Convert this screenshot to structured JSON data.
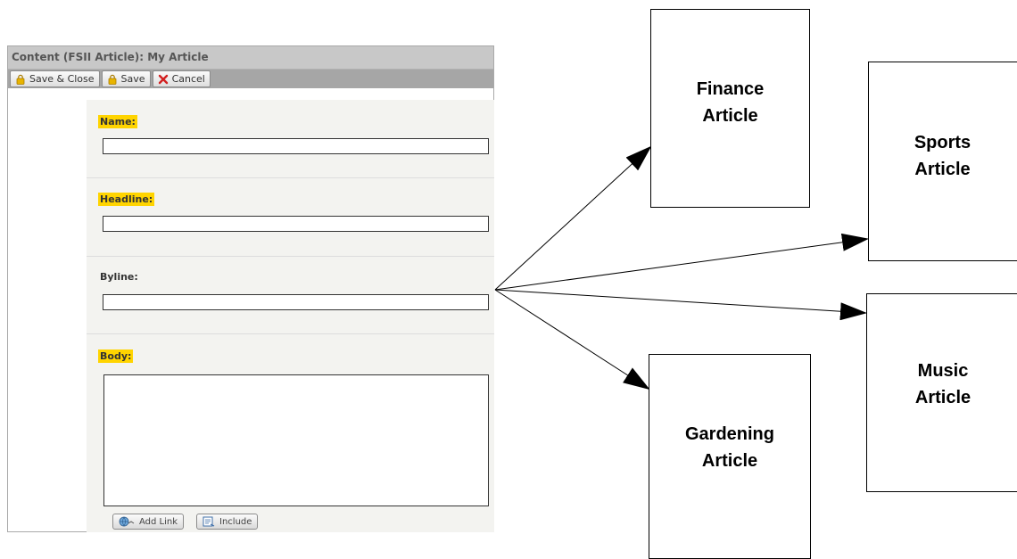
{
  "window": {
    "title": "Content (FSII Article): My Article",
    "toolbar": {
      "save_close_label": "Save & Close",
      "save_label": "Save",
      "cancel_label": "Cancel"
    }
  },
  "form": {
    "fields": [
      {
        "label": "Name:",
        "required": true,
        "value": ""
      },
      {
        "label": "Headline:",
        "required": true,
        "value": ""
      },
      {
        "label": "Byline:",
        "required": false,
        "value": ""
      },
      {
        "label": "Body:",
        "required": true,
        "value": ""
      }
    ],
    "add_link_label": "Add Link",
    "include_label": "Include"
  },
  "diagram": {
    "targets": [
      {
        "line1": "Finance",
        "line2": "Article"
      },
      {
        "line1": "Sports",
        "line2": "Article"
      },
      {
        "line1": "Music",
        "line2": "Article"
      },
      {
        "line1": "Gardening",
        "line2": "Article"
      }
    ]
  },
  "colors": {
    "required_highlight": "#ffd400",
    "title_bar": "#c8c8c8",
    "toolbar": "#a6a6a6",
    "form_background": "#f3f3f0"
  }
}
